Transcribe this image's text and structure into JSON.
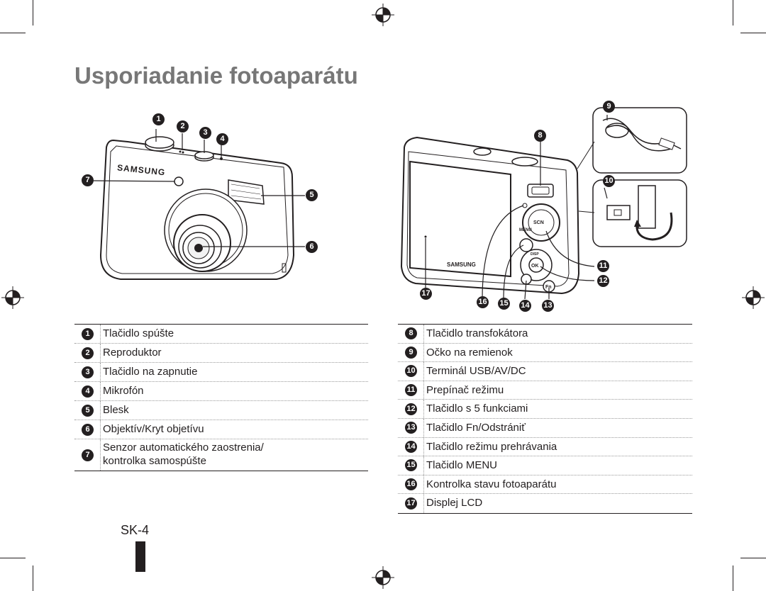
{
  "page": {
    "title": "Usporiadanie fotoaparátu",
    "page_number": "SK-4"
  },
  "figure": {
    "front_brand": "SAMSUNG",
    "back_brand": "SAMSUNG",
    "callouts_front": [
      "1",
      "2",
      "3",
      "4",
      "5",
      "6",
      "7"
    ],
    "callouts_back": [
      "8",
      "9",
      "10",
      "11",
      "12",
      "13",
      "14",
      "15",
      "16",
      "17"
    ],
    "button_labels": {
      "menu": "MENU",
      "ok": "OK",
      "disp": "DISP",
      "fn": "Fn",
      "scn": "SCN"
    }
  },
  "legend_left": [
    {
      "num": "1",
      "text": "Tlačidlo spúšte"
    },
    {
      "num": "2",
      "text": "Reproduktor"
    },
    {
      "num": "3",
      "text": "Tlačidlo na zapnutie"
    },
    {
      "num": "4",
      "text": "Mikrofón"
    },
    {
      "num": "5",
      "text": "Blesk"
    },
    {
      "num": "6",
      "text": "Objektív/Kryt objetívu"
    },
    {
      "num": "7",
      "text": "Senzor automatického zaostrenia/",
      "text2": "kontrolka samospúšte"
    }
  ],
  "legend_right": [
    {
      "num": "8",
      "text": "Tlačidlo transfokátora"
    },
    {
      "num": "9",
      "text": "Očko na remienok"
    },
    {
      "num": "10",
      "text": "Terminál USB/AV/DC"
    },
    {
      "num": "11",
      "text": "Prepínač režimu"
    },
    {
      "num": "12",
      "text": "Tlačidlo s 5 funkciami"
    },
    {
      "num": "13",
      "text": "Tlačidlo Fn/Odstrániť"
    },
    {
      "num": "14",
      "text": "Tlačidlo režimu prehrávania"
    },
    {
      "num": "15",
      "text": "Tlačidlo MENU"
    },
    {
      "num": "16",
      "text": "Kontrolka stavu fotoaparátu"
    },
    {
      "num": "17",
      "text": "Displej LCD"
    }
  ]
}
